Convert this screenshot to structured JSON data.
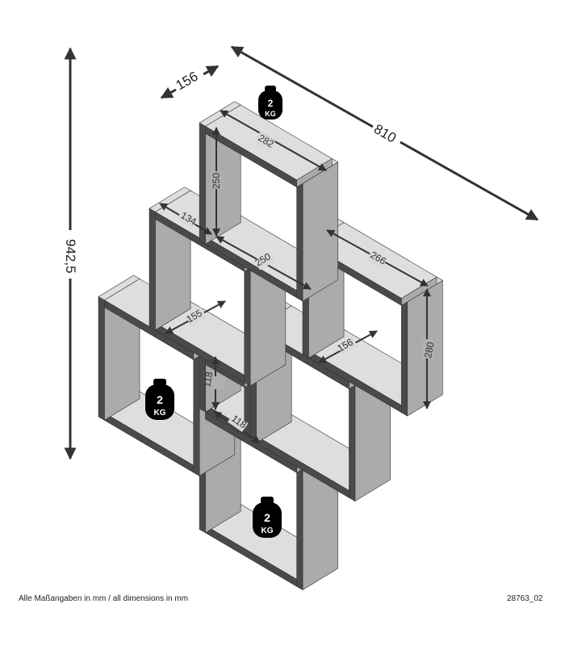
{
  "dimensions": {
    "total_height": "942,5",
    "depth": "156",
    "total_width": "810",
    "top_box_width": "282",
    "top_box_height": "250",
    "left_depth": "134",
    "middle_width": "250",
    "right_box_width": "266",
    "right_box_height": "280",
    "left_shelf_depth": "155",
    "right_shelf_depth": "156",
    "small_box_height": "118",
    "small_box_width": "118"
  },
  "weights": [
    {
      "value": "2",
      "unit": "KG"
    },
    {
      "value": "2",
      "unit": "KG"
    },
    {
      "value": "2",
      "unit": "KG"
    }
  ],
  "footer": {
    "note": "Alle Maßangaben in mm / all dimensions in mm",
    "code": "28763_02"
  },
  "colors": {
    "edge": "#4a4a4a",
    "top_face": "#dedede",
    "side_face": "#ababab",
    "arrow": "#333333"
  }
}
